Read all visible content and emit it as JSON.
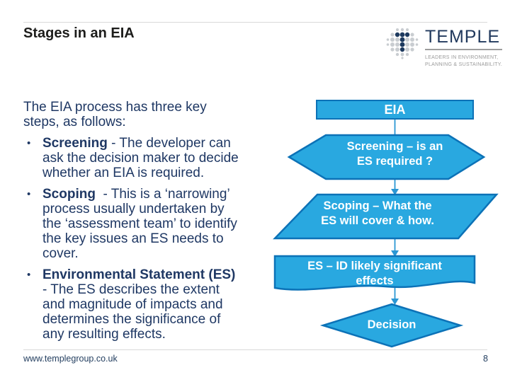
{
  "slide": {
    "title": "Stages in an EIA",
    "footer_url": "www.templegroup.co.uk",
    "page_number": "8"
  },
  "logo": {
    "name": "TEMPLE",
    "tagline_line1": "LEADERS IN ENVIRONMENT,",
    "tagline_line2": "PLANNING & SUSTAINABILITY."
  },
  "body": {
    "bullet_char": "•",
    "intro": "The EIA process has three key\nsteps, as follows:",
    "bullets": [
      {
        "term": "Screening",
        "rest": " - The developer can\nask the decision maker to decide\nwhether an EIA is required."
      },
      {
        "term": "Scoping",
        "rest": "  - This is a ‘narrowing’\nprocess usually undertaken by\nthe ‘assessment team’ to identify\nthe key issues an ES needs to\ncover."
      },
      {
        "term": "Environmental Statement (ES)",
        "rest": "\n- The ES describes the extent\nand magnitude of impacts and\ndetermines the significance of\nany resulting effects."
      }
    ]
  },
  "flowchart": {
    "nodes": [
      {
        "id": "eia",
        "shape": "rectangle",
        "label": "EIA"
      },
      {
        "id": "screening",
        "shape": "hexagon",
        "label": "Screening – is an\nES required ?"
      },
      {
        "id": "scoping",
        "shape": "parallelogram",
        "label": "Scoping – What the\nES will cover & how."
      },
      {
        "id": "es",
        "shape": "document",
        "label": "ES – ID likely significant\neffects"
      },
      {
        "id": "decision",
        "shape": "diamond",
        "label": "Decision"
      }
    ]
  },
  "colors": {
    "shape_fill": "#29a8e0",
    "shape_border": "#0c72b7",
    "arrow_blue": "#2b97d4",
    "shape_text": "#ffffff",
    "text_navy": "#1f3864",
    "logo_navy": "#21395d",
    "rule_gray": "#d9d9d9"
  }
}
